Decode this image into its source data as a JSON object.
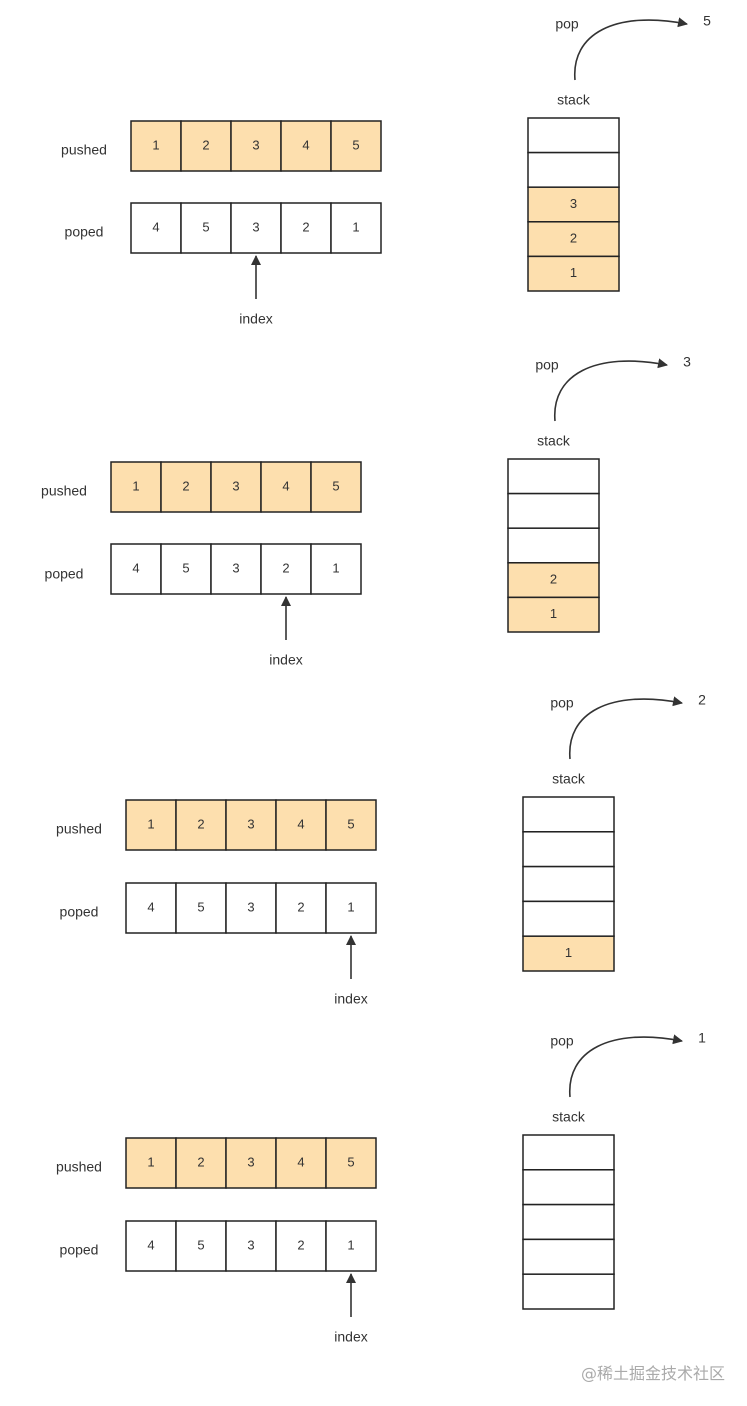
{
  "colors": {
    "filled": "#FDDFAE",
    "empty": "#FFFFFF",
    "stroke": "#222222",
    "arrow": "#333333"
  },
  "labels": {
    "pushed": "pushed",
    "poped": "poped",
    "index": "index",
    "stack": "stack",
    "pop": "pop"
  },
  "panels": [
    {
      "pushed": [
        "1",
        "2",
        "3",
        "4",
        "5"
      ],
      "poped": [
        "4",
        "5",
        "3",
        "2",
        "1"
      ],
      "index_position": 2,
      "stack_items": [
        "3",
        "2",
        "1"
      ],
      "popped_value": "5"
    },
    {
      "pushed": [
        "1",
        "2",
        "3",
        "4",
        "5"
      ],
      "poped": [
        "4",
        "5",
        "3",
        "2",
        "1"
      ],
      "index_position": 3,
      "stack_items": [
        "2",
        "1"
      ],
      "popped_value": "3"
    },
    {
      "pushed": [
        "1",
        "2",
        "3",
        "4",
        "5"
      ],
      "poped": [
        "4",
        "5",
        "3",
        "2",
        "1"
      ],
      "index_position": 4,
      "stack_items": [
        "1"
      ],
      "popped_value": "2"
    },
    {
      "pushed": [
        "1",
        "2",
        "3",
        "4",
        "5"
      ],
      "poped": [
        "4",
        "5",
        "3",
        "2",
        "1"
      ],
      "index_position": 4,
      "stack_items": [],
      "popped_value": "1"
    }
  ],
  "watermark": "@稀土掘金技术社区"
}
